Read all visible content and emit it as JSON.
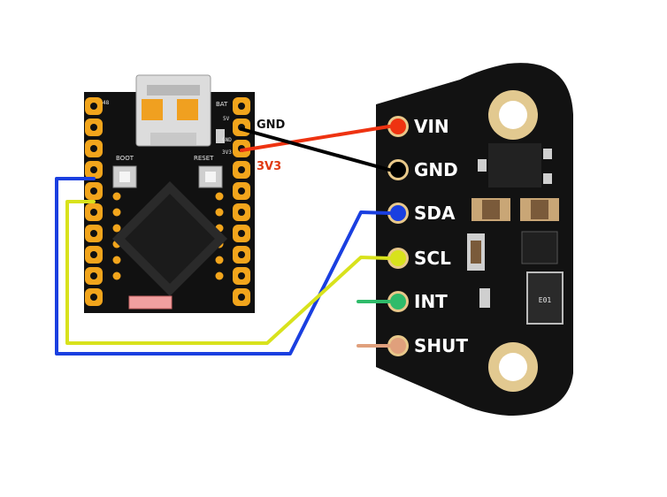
{
  "microcontroller": {
    "pin_labels": {
      "gnd": "GND",
      "v3v3": "3V3"
    },
    "silkscreen": {
      "boot": "BOOT",
      "reset": "RESET",
      "bat": "BAT",
      "left_top": "48",
      "right_5v": "5V",
      "right_gnd": "GND",
      "right_3v3": "3V3"
    }
  },
  "sensor": {
    "pins": [
      "VIN",
      "GND",
      "SDA",
      "SCL",
      "INT",
      "SHUT"
    ],
    "chip_marking": "E01"
  },
  "wire_colors": {
    "vin": "#ee3311",
    "gnd": "#000000",
    "sda": "#1a3fe0",
    "scl": "#d8e21c",
    "int": "#2fbb6a",
    "shut": "#e0a07c"
  },
  "label_colors": {
    "gnd": "#111111",
    "v3v3": "#e03a12"
  }
}
